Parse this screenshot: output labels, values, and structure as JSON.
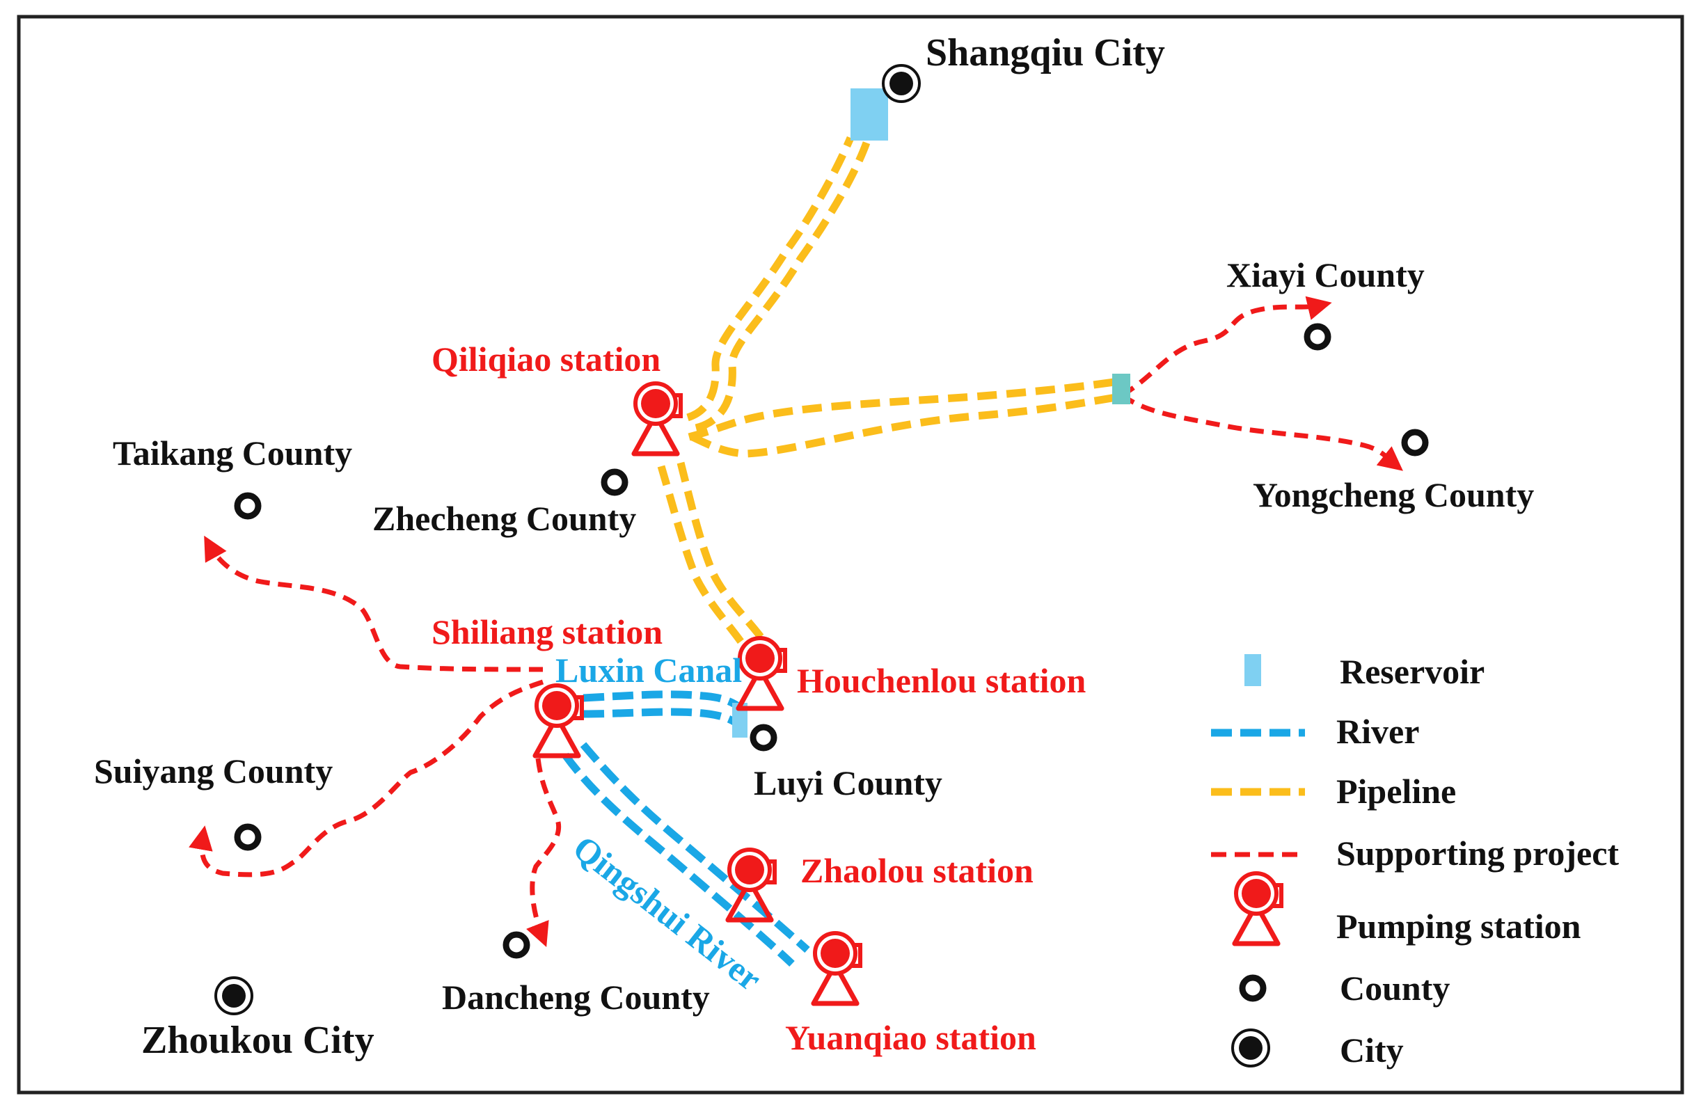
{
  "colors": {
    "supporting": "#f01a1a",
    "river": "#1aa7e6",
    "pipeline": "#fbbd1b",
    "reservoir": "#7fd0f2",
    "station": "#f01a1a",
    "marker": "#111111"
  },
  "cities": {
    "shangqiu": "Shangqiu City",
    "zhoukou": "Zhoukou City"
  },
  "counties": {
    "xiayi": "Xiayi County",
    "yongcheng": "Yongcheng County",
    "taikang": "Taikang County",
    "zhecheng": "Zhecheng County",
    "suiyang": "Suiyang County",
    "luyi": "Luyi County",
    "dancheng": "Dancheng County"
  },
  "stations": {
    "qiliqiao": "Qiliqiao station",
    "shiliang": "Shiliang station",
    "houchenlou": "Houchenlou station",
    "zhaolou": "Zhaolou station",
    "yuanqiao": "Yuanqiao station"
  },
  "waterways": {
    "luxin": "Luxin Canal",
    "qingshui": "Qingshui River"
  },
  "legend": {
    "reservoir": "Reservoir",
    "river": "River",
    "pipeline": "Pipeline",
    "supporting": "Supporting project",
    "pumping": "Pumping station",
    "county": "County",
    "city": "City"
  }
}
